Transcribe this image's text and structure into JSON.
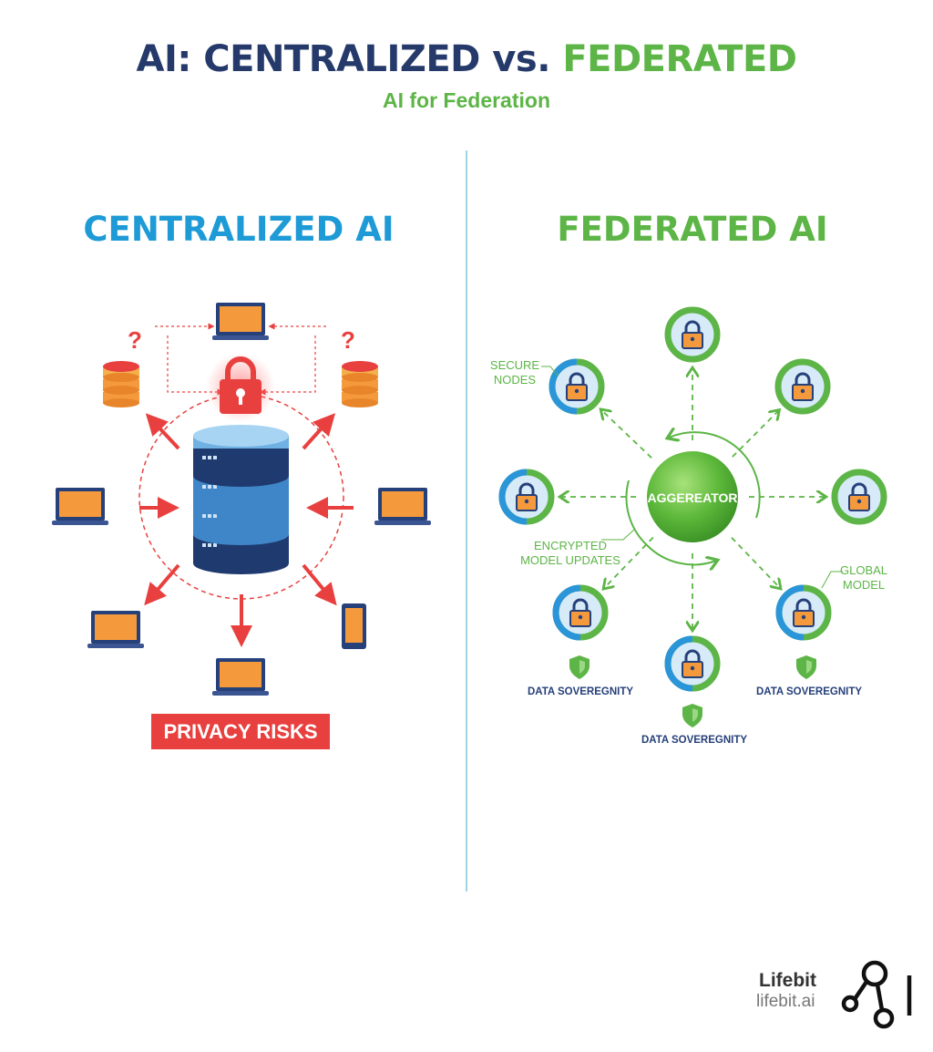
{
  "header": {
    "title_part1": "AI: CENTRALIZED vs.",
    "title_part2": "FEDERATED",
    "subtitle": "AI for Federation"
  },
  "centralized": {
    "heading": "CENTRALIZED AI",
    "question_mark": "?",
    "badge": "PRIVACY RISKS",
    "icons": [
      "laptop-icon",
      "database-icon",
      "lock-icon",
      "server-icon",
      "smartphone-icon",
      "question-mark-icon"
    ]
  },
  "federated": {
    "heading": "FEDERATED AI",
    "aggregator": "AGGEREATOR",
    "label_secure_nodes": [
      "SECURE",
      "NODES"
    ],
    "label_encrypted": [
      "ENCRYPTED",
      "MODEL UPDATES"
    ],
    "label_global": [
      "GLOBAL",
      "MODEL"
    ],
    "sovereignty": [
      "DATA SOVEREGNITY",
      "DATA SOVEREGNITY",
      "DATA SOVEREGNITY"
    ],
    "icons": [
      "lock-icon",
      "shield-icon"
    ]
  },
  "colors": {
    "navy": "#253a6a",
    "green": "#5cb546",
    "blue": "#1e9ad6",
    "red": "#e8403f",
    "orange": "#f59a3c"
  },
  "logo": {
    "name": "Lifebit",
    "url": "lifebit.ai"
  }
}
